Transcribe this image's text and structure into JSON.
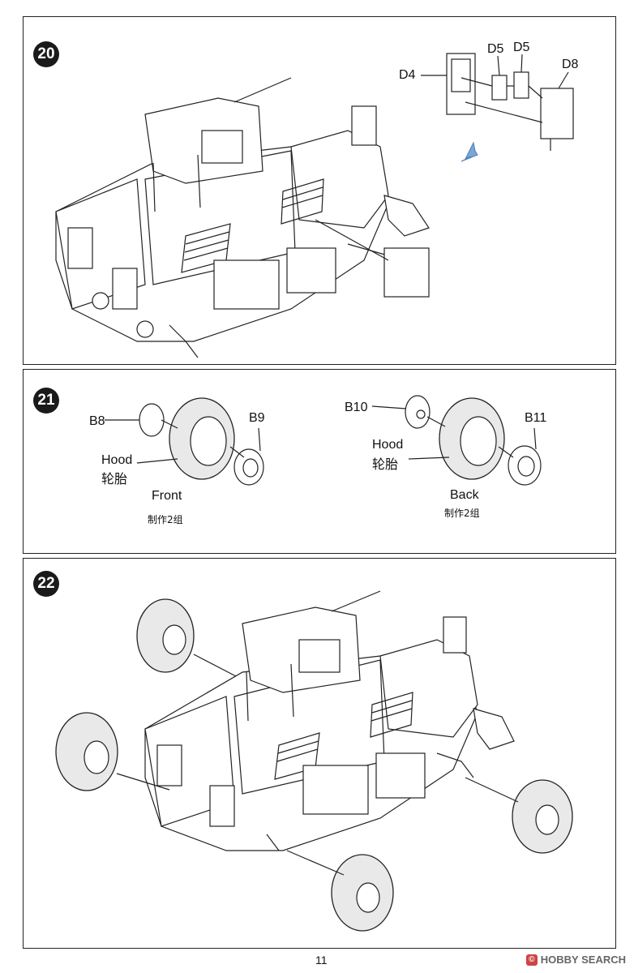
{
  "steps": [
    {
      "number": "20",
      "parts": [
        "D4",
        "D5",
        "D5",
        "D8"
      ]
    },
    {
      "number": "21",
      "front": {
        "parts_left": "B8",
        "parts_right": "B9",
        "tire_en": "Hood",
        "tire_cn": "轮胎",
        "caption": "Front",
        "note": "制作2组"
      },
      "back": {
        "parts_left": "B10",
        "parts_right": "B11",
        "tire_en": "Hood",
        "tire_cn": "轮胎",
        "caption": "Back",
        "note": "制作2组"
      }
    },
    {
      "number": "22"
    }
  ],
  "page_number": "11",
  "watermark": {
    "logo_text": "©",
    "brand": "HOBBY SEARCH"
  },
  "colors": {
    "line": "#222222",
    "arrow_blue": "#7aa6d6",
    "badge": "#1a1a1a"
  }
}
